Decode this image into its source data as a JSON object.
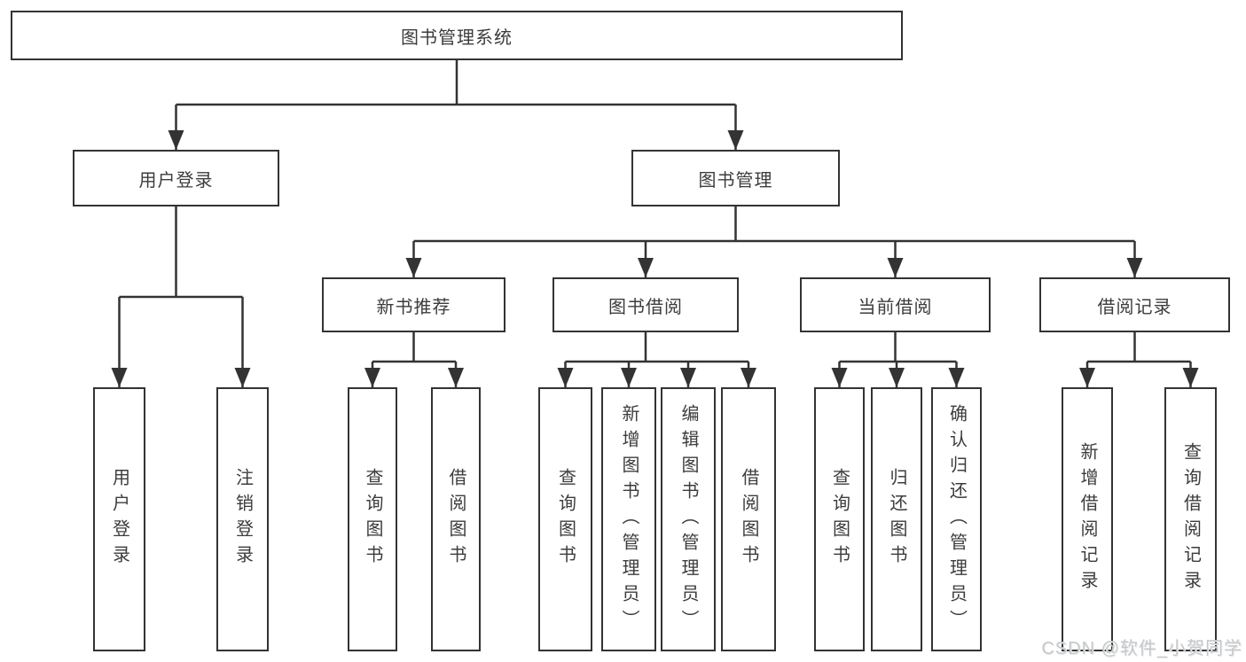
{
  "diagram": {
    "type": "hierarchy",
    "root": {
      "label": "图书管理系统"
    },
    "branches": [
      {
        "label": "用户登录",
        "children": [
          "用户登录",
          "注销登录"
        ]
      },
      {
        "label": "图书管理",
        "groups": [
          {
            "label": "新书推荐",
            "children": [
              "查询图书",
              "借阅图书"
            ]
          },
          {
            "label": "图书借阅",
            "children": [
              "查询图书",
              "新增图书（管理员）",
              "编辑图书（管理员）",
              "借阅图书"
            ]
          },
          {
            "label": "当前借阅",
            "children": [
              "查询图书",
              "归还图书",
              "确认归还（管理员）"
            ]
          },
          {
            "label": "借阅记录",
            "children": [
              "新增借阅记录",
              "查询借阅记录"
            ]
          }
        ]
      }
    ]
  },
  "watermark": "CSDN @软件_小贺同学",
  "colors": {
    "line": "#333333",
    "text": "#3c3c3c",
    "background": "#ffffff",
    "watermark": "#c6c8ca"
  }
}
